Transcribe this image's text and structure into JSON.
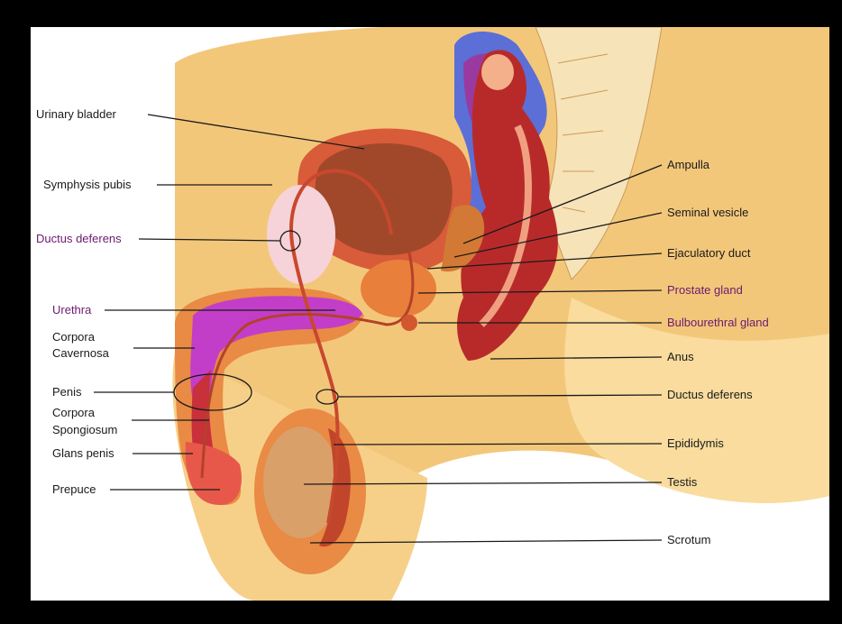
{
  "labels_left": {
    "urinary_bladder": "Urinary bladder",
    "symphysis_pubis": "Symphysis pubis",
    "ductus_deferens": "Ductus deferens",
    "urethra": "Urethra",
    "corpora_cavernosa_1": "Corpora",
    "corpora_cavernosa_2": "Cavernosa",
    "penis": "Penis",
    "corpora_spongiosum_1": "Corpora",
    "corpora_spongiosum_2": "Spongiosum",
    "glans_penis": "Glans penis",
    "prepuce": "Prepuce"
  },
  "labels_right": {
    "ampulla": "Ampulla",
    "seminal_vesicle": "Seminal vesicle",
    "ejaculatory_duct": "Ejaculatory duct",
    "prostate_gland": "Prostate gland",
    "bulbourethral_gland": "Bulbourethral gland",
    "anus": "Anus",
    "ductus_deferens": "Ductus deferens",
    "epididymis": "Epididymis",
    "testis": "Testis",
    "scrotum": "Scrotum"
  },
  "colors": {
    "frame": "#000000",
    "panel": "#ffffff",
    "skin": "#f3c77a",
    "skin_light": "#f9dc9e",
    "flesh": "#e9893f",
    "muscle_red": "#b82a2a",
    "purple_accent": "#9a3aa0",
    "blue_vessel": "#5b6fd6",
    "label_accent": "#6b1a6e"
  }
}
